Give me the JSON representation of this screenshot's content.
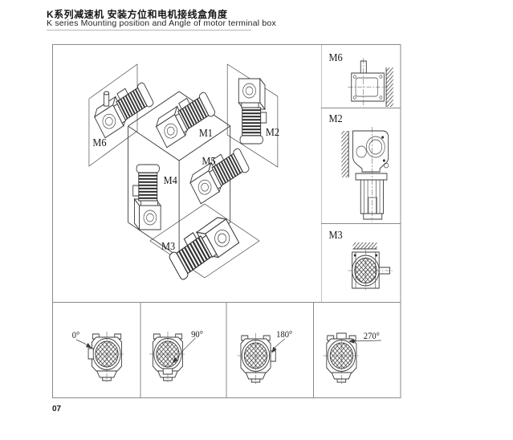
{
  "header": {
    "title_zh": "K系列减速机 安装方位和电机接线盒角度",
    "title_en": "K series Mounting  position and Angle of motor terminal box"
  },
  "page_number": "07",
  "colors": {
    "drawing_line": "#3a3a3a",
    "grid_line": "#8a8a8a",
    "text": "#111111",
    "background": "#ffffff"
  },
  "mounting_diagram": {
    "iso_labels": {
      "m1": "M1",
      "m2": "M2",
      "m3": "M3",
      "m4": "M4",
      "m5": "M5",
      "m6": "M6"
    },
    "side_panels": [
      {
        "label": "M6"
      },
      {
        "label": "M2"
      },
      {
        "label": "M3"
      }
    ],
    "terminal_box_angles": [
      {
        "label": "0°"
      },
      {
        "label": "90°"
      },
      {
        "label": "180°"
      },
      {
        "label": "270°"
      }
    ]
  }
}
